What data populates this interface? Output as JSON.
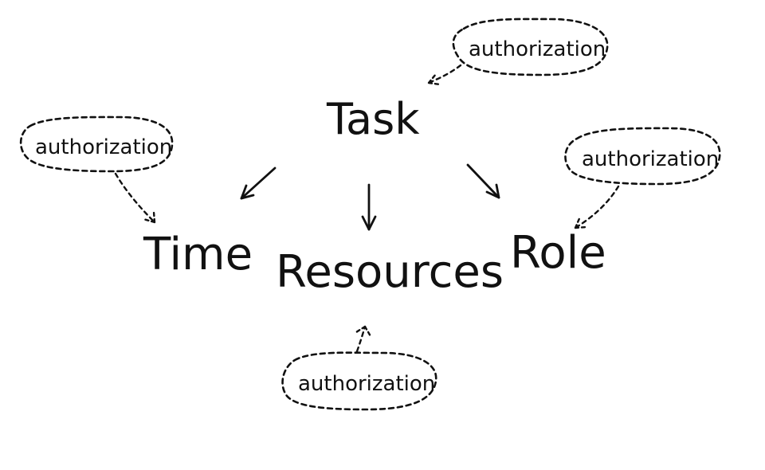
{
  "diagram": {
    "nodes": {
      "task": "Task",
      "time": "Time",
      "resources": "Resources",
      "role": "Role"
    },
    "notes": {
      "task_auth": "authorization",
      "time_auth": "authorization",
      "role_auth": "authorization",
      "resources_auth": "authorization"
    },
    "line_color": "#111111"
  }
}
